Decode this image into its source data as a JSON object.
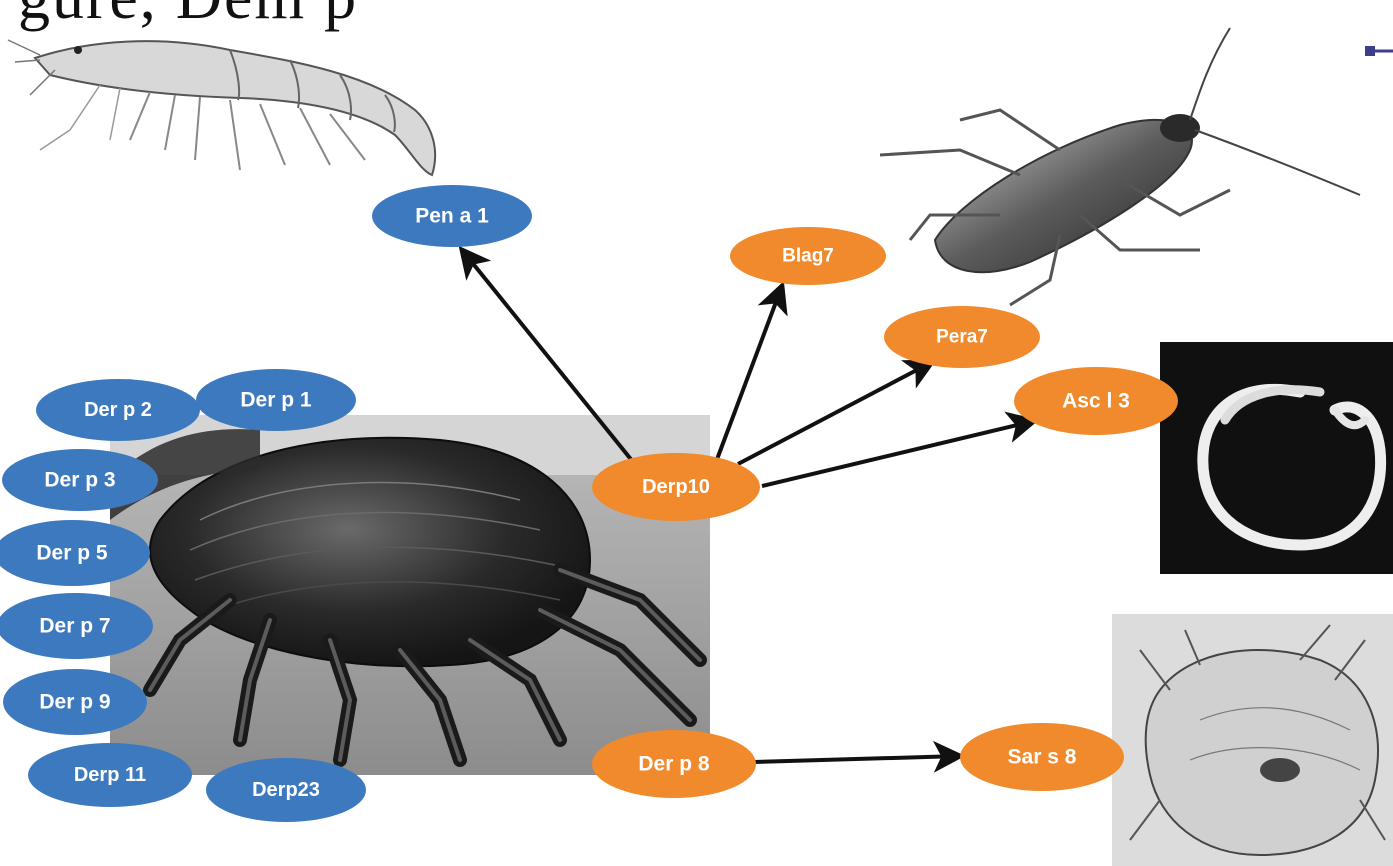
{
  "caption": "gure, Dem  p",
  "colors": {
    "blue_node": "#3d79be",
    "orange_node": "#f08a2c",
    "arrow": "#111111",
    "photo_dark": "#101010",
    "photo_gray": "#9a9a9a"
  },
  "images": {
    "shrimp": "shrimp-illustration",
    "cockroach": "cockroach-photo",
    "dust_mite": "dust-mite-micrograph",
    "roundworm": "roundworm-photo",
    "scabies_mite": "scabies-mite-micrograph"
  },
  "nodes": {
    "der_p_1": "Der p 1",
    "der_p_2": "Der p 2",
    "der_p_3": "Der p 3",
    "der_p_5": "Der p 5",
    "der_p_7": "Der p 7",
    "der_p_9": "Der p 9",
    "der_p_11": "Derp 11",
    "der_p_23": "Derp23",
    "pen_a_1": "Pen a 1",
    "bla_g_7": "Blag7",
    "per_a_7": "Pera7",
    "asc_l_3": "Asc l 3",
    "der_p_10": "Derp10",
    "der_p_8": "Der p 8",
    "sar_s_8": "Sar s 8"
  },
  "edges": [
    {
      "from": "Derp10",
      "to": "Pen a 1"
    },
    {
      "from": "Derp10",
      "to": "Blag7"
    },
    {
      "from": "Derp10",
      "to": "Pera7"
    },
    {
      "from": "Derp10",
      "to": "Asc l 3"
    },
    {
      "from": "Der p 8",
      "to": "Sar s 8"
    }
  ]
}
